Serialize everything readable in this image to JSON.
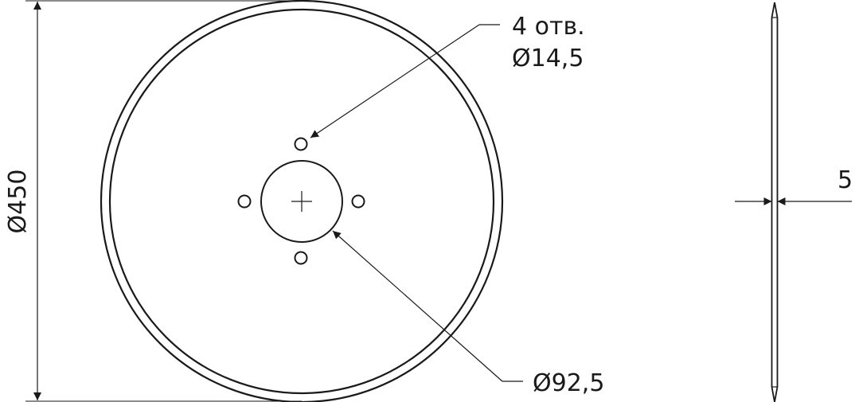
{
  "labels": {
    "outer_diameter": "Ø450",
    "holes_count": "4 отв.",
    "hole_diameter": "Ø14,5",
    "center_hole_diameter": "Ø92,5",
    "thickness": "5"
  },
  "colors": {
    "ink": "#1a1a1a",
    "background": "#ffffff"
  }
}
